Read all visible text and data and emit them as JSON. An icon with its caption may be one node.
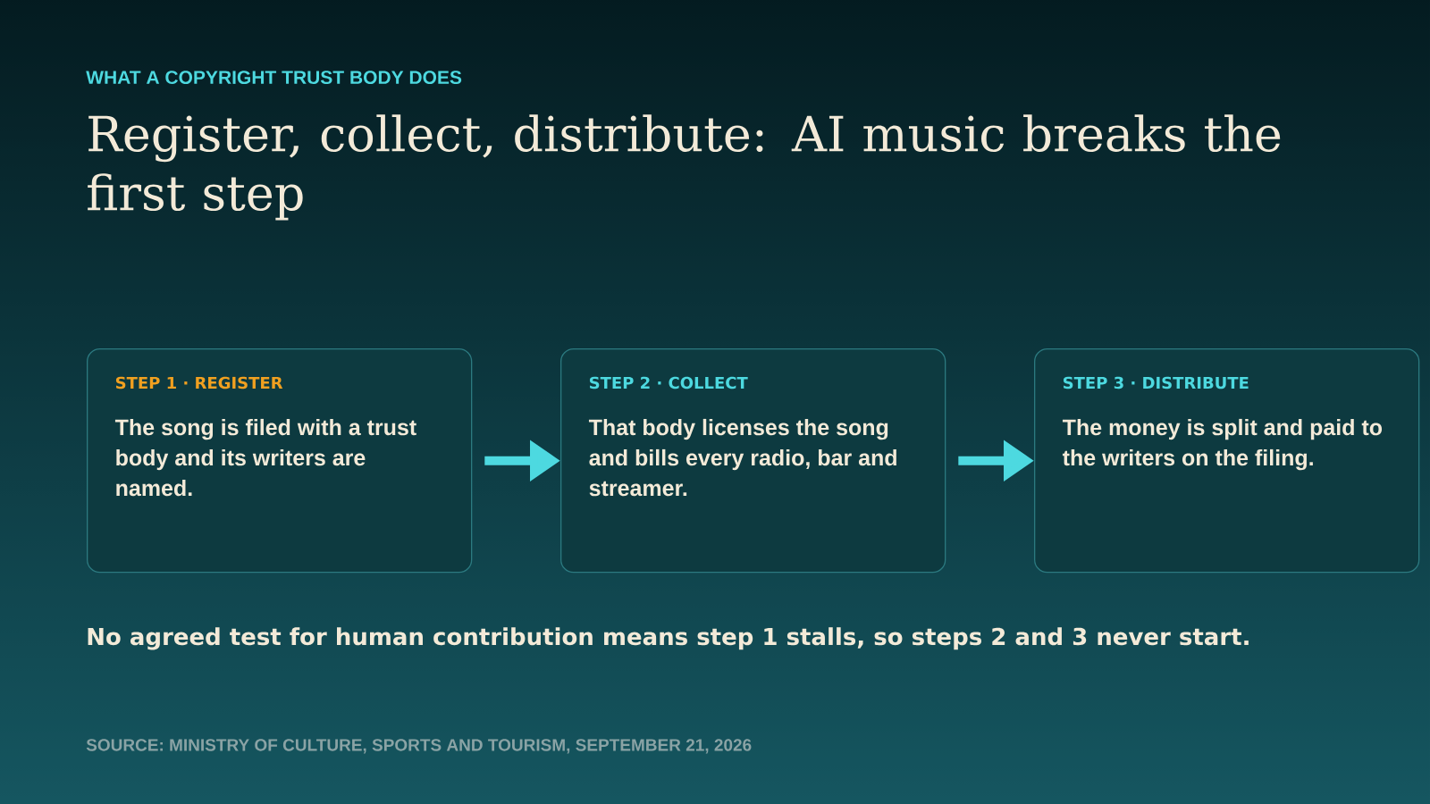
{
  "diagram": {
    "title": "Register, collect, distribute: AI music breaks the first step",
    "nodes": [
      {
        "text": [
          "STEP 1 · REGISTER",
          "The song is filed with a trust body and its writers are named."
        ]
      },
      {
        "text": [
          "STEP 2 · COLLECT",
          "That body licenses the song and bills every radio, bar and streamer."
        ]
      },
      {
        "text": [
          "STEP 3 · DISTRIBUTE",
          "The money is split and paid to the writers on the filing."
        ]
      }
    ],
    "edges": [
      {
        "from": 0,
        "to": 1,
        "arrow": "to"
      },
      {
        "from": 1,
        "to": 2,
        "arrow": "to"
      }
    ],
    "labels": [
      "WHAT A COPYRIGHT TRUST BODY DOES",
      "No agreed test for human contribution means step 1 stalls, so steps 2 and 3 never start.",
      "SOURCE: MINISTRY OF CULTURE, SPORTS AND TOURISM, SEPTEMBER 21, 2026"
    ]
  }
}
